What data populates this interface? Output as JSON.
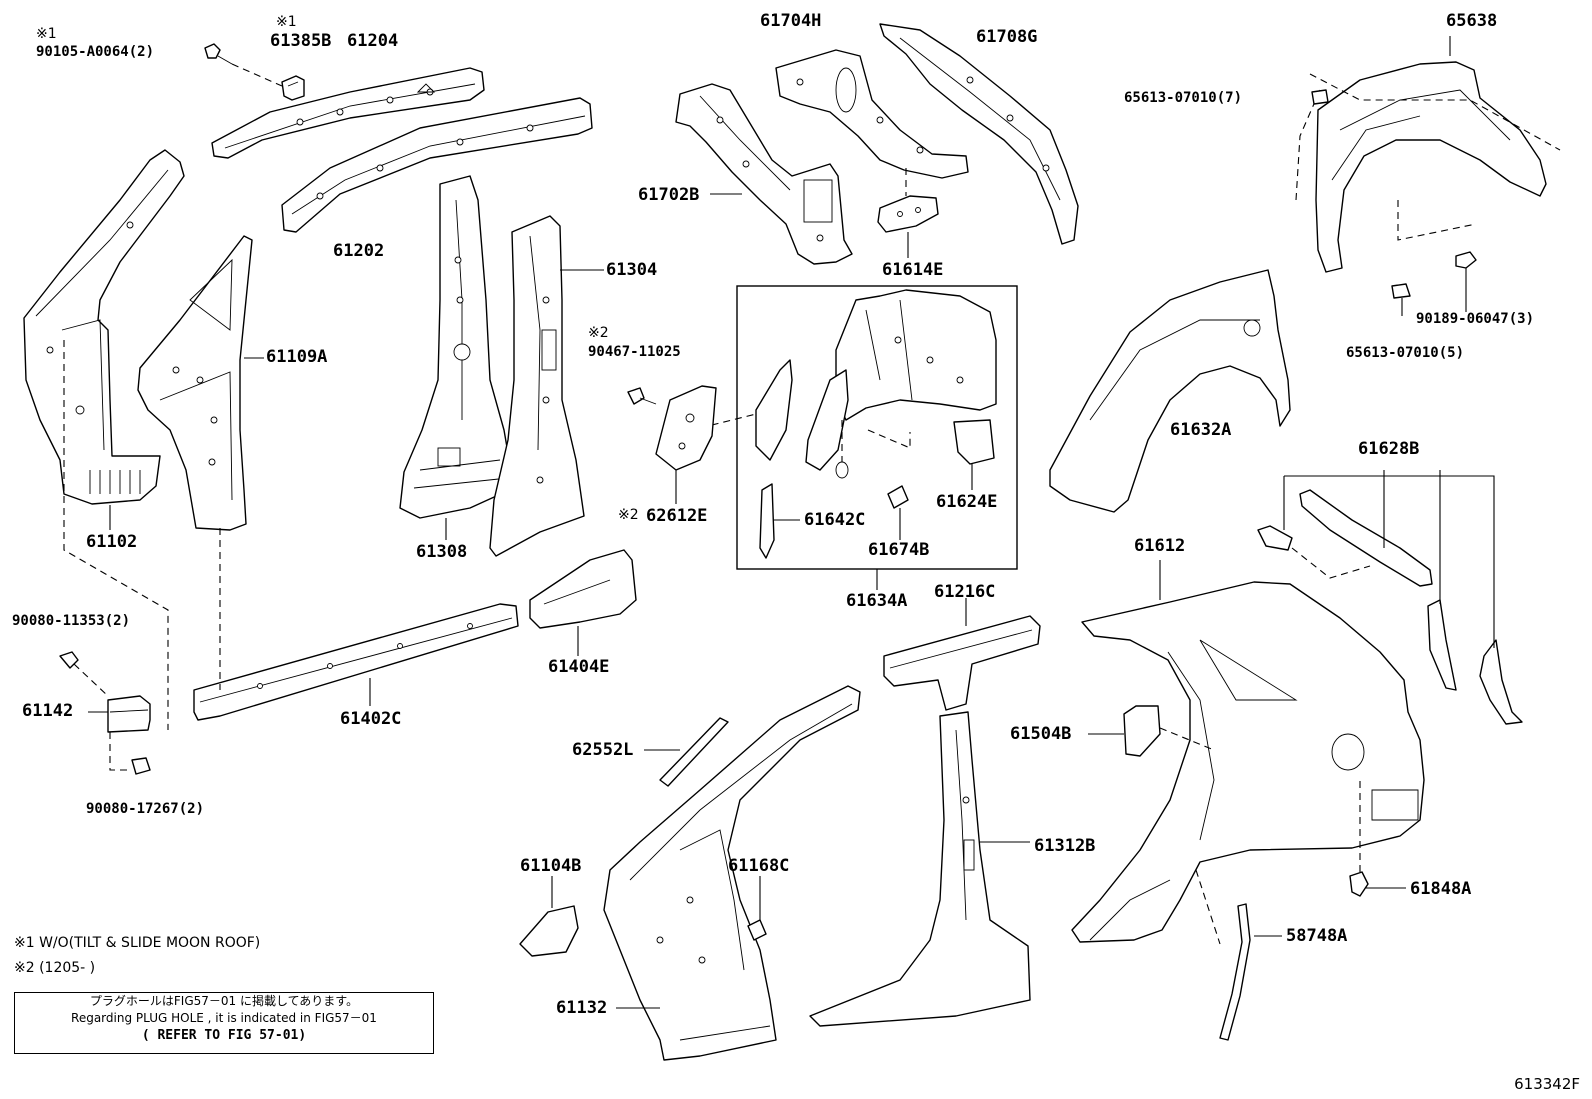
{
  "parts": {
    "p90105": "90105-A0064(2)",
    "p61385B": "61385B",
    "p61204": "61204",
    "p61202": "61202",
    "p61102": "61102",
    "p61109A": "61109A",
    "p61308": "61308",
    "p61304": "61304",
    "p90467": "90467-11025",
    "p62612E": "62612E",
    "p61702B": "61702B",
    "p61704H": "61704H",
    "p61708G": "61708G",
    "p61614E": "61614E",
    "p65638": "65638",
    "p65613a": "65613-07010(7)",
    "p65613b": "65613-07010(5)",
    "p90189": "90189-06047(3)",
    "p61632A": "61632A",
    "p61642C": "61642C",
    "p61624E": "61624E",
    "p61674B": "61674B",
    "p61634A": "61634A",
    "p61628B": "61628B",
    "p61612": "61612",
    "p61216C": "61216C",
    "p61504B": "61504B",
    "p61312B": "61312B",
    "p62552L": "62552L",
    "p61104B": "61104B",
    "p61168C": "61168C",
    "p61132": "61132",
    "p61848A": "61848A",
    "p58748A": "58748A",
    "p61404E": "61404E",
    "p61402C": "61402C",
    "p90080a": "90080-11353(2)",
    "p61142": "61142",
    "p90080b": "90080-17267(2)"
  },
  "marks": {
    "m1": "※1",
    "m2": "※2"
  },
  "footnotes": {
    "n1": "※1 W/O(TILT & SLIDE MOON ROOF)",
    "n2": "※2 (1205-          )"
  },
  "notebox": {
    "line1": "プラグホールはFIG57－01 に掲載してあります。",
    "line2": "Regarding PLUG HOLE , it is indicated in FIG57－01",
    "line3": "( REFER TO FIG 57-01)"
  },
  "figure_code": "613342F"
}
